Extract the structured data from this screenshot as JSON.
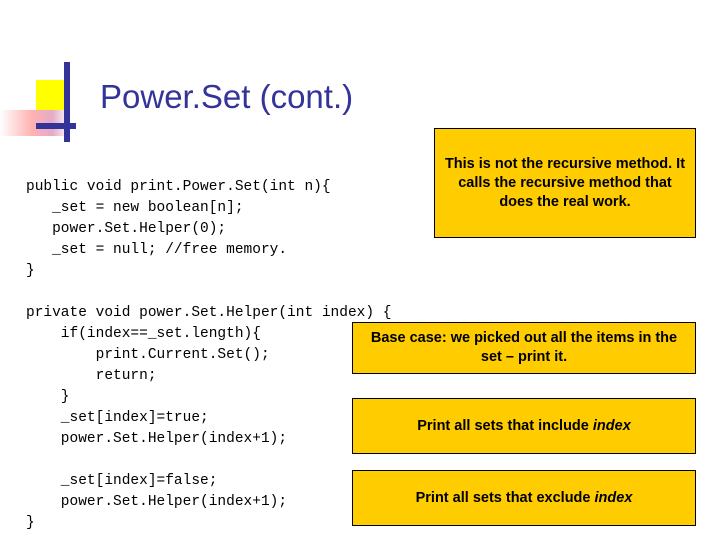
{
  "slide": {
    "title": "Power.Set (cont.)",
    "accent_color": "#333399",
    "callout_color": "#ffcc00",
    "code_blocks": [
      {
        "id": "print-powerset-code",
        "text": "public void print.Power.Set(int n){\n   _set = new boolean[n];\n   power.Set.Helper(0);\n   _set = null; //free memory.\n}"
      },
      {
        "id": "powerset-helper-code",
        "text": "private void power.Set.Helper(int index) {\n    if(index==_set.length){\n        print.Current.Set();\n        return;\n    }\n    _set[index]=true;\n    power.Set.Helper(index+1);"
      },
      {
        "id": "powerset-helper-false-code",
        "text": "    _set[index]=false;\n    power.Set.Helper(index+1);\n}"
      }
    ],
    "callouts": [
      {
        "id": "callout-not-recursive",
        "text": "This is not the recursive method. It calls the recursive method that does the real work."
      },
      {
        "id": "callout-base-case",
        "text": "Base case: we picked out all the items in the set – print it."
      },
      {
        "id": "callout-include",
        "prefix": "Print all sets that include ",
        "emphasis": "index"
      },
      {
        "id": "callout-exclude",
        "prefix": "Print all sets that exclude ",
        "emphasis": "index"
      }
    ]
  }
}
